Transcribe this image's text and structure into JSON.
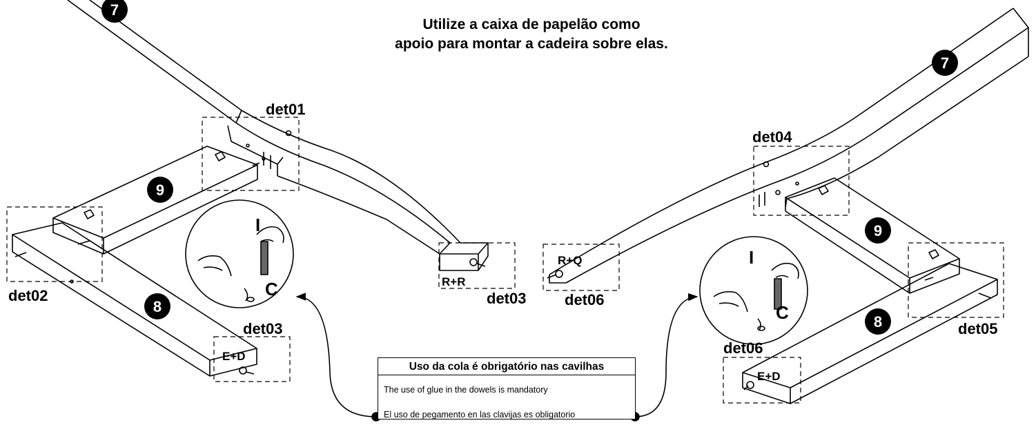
{
  "heading": {
    "line1": "Utilize a caixa de papelão como",
    "line2": "apoio para montar a cadeira sobre elas."
  },
  "parts": {
    "p7": "7",
    "p8": "8",
    "p9": "9"
  },
  "details": {
    "det01": "det01",
    "det02": "det02",
    "det03": "det03",
    "det04": "det04",
    "det05": "det05",
    "det06": "det06"
  },
  "codes": {
    "rr": "R+R",
    "rq": "R+Q",
    "ed": "E+D"
  },
  "glue_letters": {
    "i": "I",
    "c": "C"
  },
  "note": {
    "pt": "Uso da cola é obrigatório nas cavilhas",
    "en": "The use of glue in the dowels is mandatory",
    "es": "El uso de pegamento en las clavijas es obligatorio"
  }
}
